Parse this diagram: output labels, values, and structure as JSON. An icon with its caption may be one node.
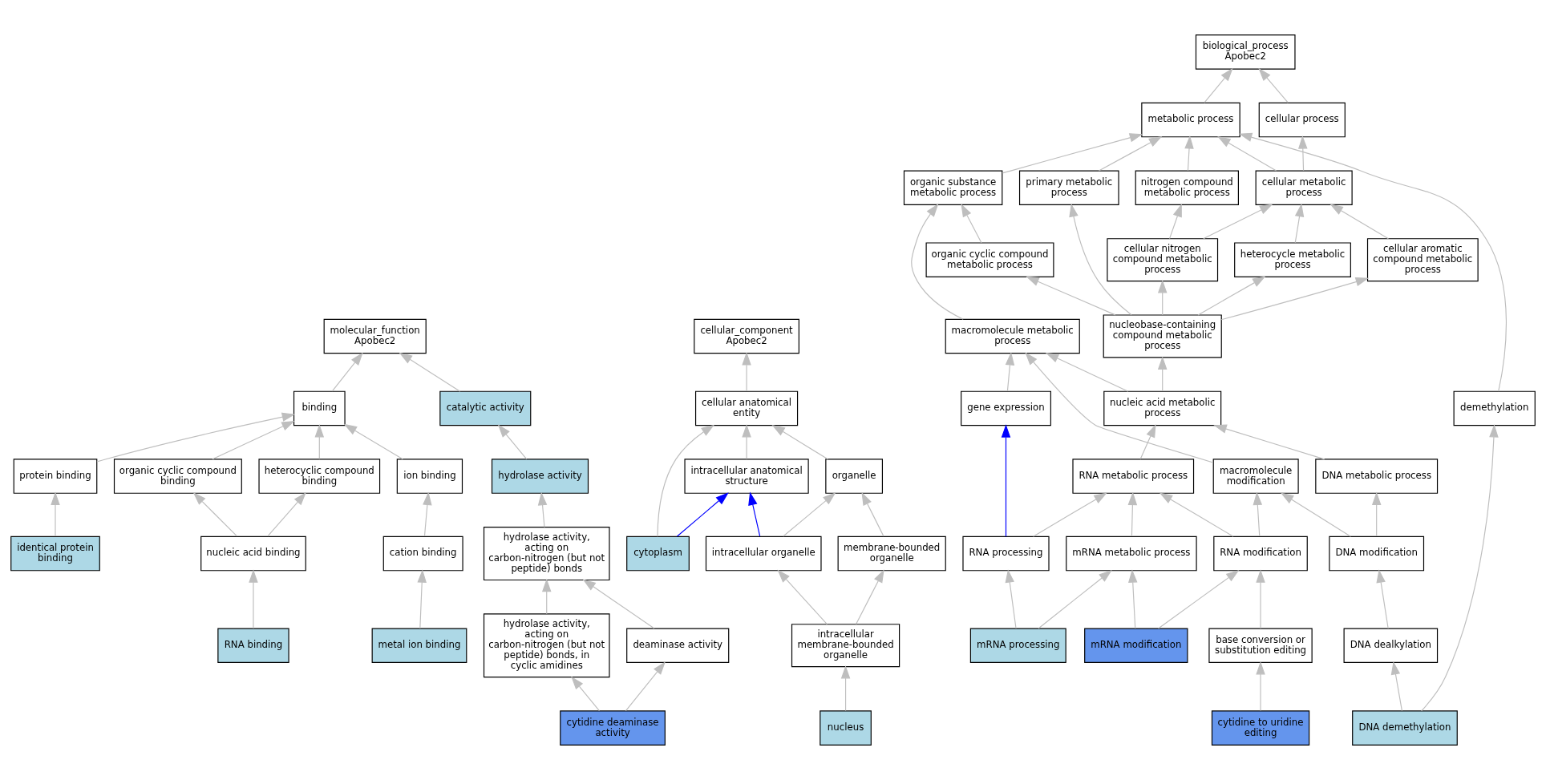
{
  "diagram": {
    "nodes": [
      {
        "text": [
          "molecular_function Apobec2"
        ]
      },
      {
        "text": [
          "cellular_component Apobec2"
        ]
      },
      {
        "text": [
          "biological_process Apobec2"
        ]
      },
      {
        "text": [
          "binding"
        ]
      },
      {
        "text": [
          "catalytic activity"
        ]
      },
      {
        "text": [
          "cellular anatomical entity"
        ]
      },
      {
        "text": [
          "metabolic process"
        ]
      },
      {
        "text": [
          "cellular process"
        ]
      },
      {
        "text": [
          "protein binding"
        ]
      },
      {
        "text": [
          "organic cyclic compound binding"
        ]
      },
      {
        "text": [
          "heterocyclic compound binding"
        ]
      },
      {
        "text": [
          "ion binding"
        ]
      },
      {
        "text": [
          "hydrolase activity"
        ]
      },
      {
        "text": [
          "intracellular anatomical structure"
        ]
      },
      {
        "text": [
          "organelle"
        ]
      },
      {
        "text": [
          "organic substance metabolic process"
        ]
      },
      {
        "text": [
          "primary metabolic process"
        ]
      },
      {
        "text": [
          "nitrogen compound metabolic process"
        ]
      },
      {
        "text": [
          "cellular metabolic process"
        ]
      },
      {
        "text": [
          "identical protein binding"
        ]
      },
      {
        "text": [
          "nucleic acid binding"
        ]
      },
      {
        "text": [
          "cation binding"
        ]
      },
      {
        "text": [
          "hydrolase activity, acting on carbon-nitrogen (but not peptide) bonds"
        ]
      },
      {
        "text": [
          "cytoplasm"
        ]
      },
      {
        "text": [
          "intracellular organelle"
        ]
      },
      {
        "text": [
          "membrane-bounded organelle"
        ]
      },
      {
        "text": [
          "organic cyclic compound metabolic process"
        ]
      },
      {
        "text": [
          "cellular nitrogen compound metabolic process"
        ]
      },
      {
        "text": [
          "cellular aromatic compound metabolic process"
        ]
      },
      {
        "text": [
          "heterocycle metabolic process"
        ]
      },
      {
        "text": [
          "RNA binding"
        ]
      },
      {
        "text": [
          "metal ion binding"
        ]
      },
      {
        "text": [
          "hydrolase activity, acting on carbon-nitrogen (but not peptide) bonds, in cyclic amidines"
        ]
      },
      {
        "text": [
          "deaminase activity"
        ]
      },
      {
        "text": [
          "intracellular membrane-bounded organelle"
        ]
      },
      {
        "text": [
          "macromolecule metabolic process"
        ]
      },
      {
        "text": [
          "nucleobase-containing compound metabolic process"
        ]
      },
      {
        "text": [
          "cytidine deaminase activity"
        ]
      },
      {
        "text": [
          "nucleus"
        ]
      },
      {
        "text": [
          "nucleic acid metabolic process"
        ]
      },
      {
        "text": [
          "demethylation"
        ]
      },
      {
        "text": [
          "gene expression"
        ]
      },
      {
        "text": [
          "RNA metabolic process"
        ]
      },
      {
        "text": [
          "macromolecule modification"
        ]
      },
      {
        "text": [
          "DNA metabolic process"
        ]
      },
      {
        "text": [
          "RNA processing"
        ]
      },
      {
        "text": [
          "mRNA metabolic process"
        ]
      },
      {
        "text": [
          "RNA modification"
        ]
      },
      {
        "text": [
          "DNA modification"
        ]
      },
      {
        "text": [
          "mRNA processing"
        ]
      },
      {
        "text": [
          "mRNA modification"
        ]
      },
      {
        "text": [
          "base conversion or substitution editing"
        ]
      },
      {
        "text": [
          "DNA dealkylation"
        ]
      },
      {
        "text": [
          "cytidine to uridine editing"
        ]
      },
      {
        "text": [
          "DNA demethylation"
        ]
      }
    ],
    "edges": [
      {
        "from": 3,
        "to": 0,
        "arrow": "to"
      },
      {
        "from": 4,
        "to": 0,
        "arrow": "to"
      },
      {
        "from": 8,
        "to": 3,
        "arrow": "to"
      },
      {
        "from": 9,
        "to": 3,
        "arrow": "to"
      },
      {
        "from": 10,
        "to": 3,
        "arrow": "to"
      },
      {
        "from": 11,
        "to": 3,
        "arrow": "to"
      },
      {
        "from": 19,
        "to": 8,
        "arrow": "to"
      },
      {
        "from": 20,
        "to": 9,
        "arrow": "to"
      },
      {
        "from": 20,
        "to": 10,
        "arrow": "to"
      },
      {
        "from": 21,
        "to": 11,
        "arrow": "to"
      },
      {
        "from": 30,
        "to": 20,
        "arrow": "to"
      },
      {
        "from": 31,
        "to": 21,
        "arrow": "to"
      },
      {
        "from": 12,
        "to": 4,
        "arrow": "to"
      },
      {
        "from": 22,
        "to": 12,
        "arrow": "to"
      },
      {
        "from": 32,
        "to": 22,
        "arrow": "to"
      },
      {
        "from": 33,
        "to": 22,
        "arrow": "to"
      },
      {
        "from": 37,
        "to": 32,
        "arrow": "to"
      },
      {
        "from": 37,
        "to": 33,
        "arrow": "to"
      },
      {
        "from": 5,
        "to": 1,
        "arrow": "to"
      },
      {
        "from": 13,
        "to": 5,
        "arrow": "to"
      },
      {
        "from": 23,
        "to": 5,
        "arrow": "to"
      },
      {
        "from": 14,
        "to": 5,
        "arrow": "to"
      },
      {
        "from": 23,
        "to": 13,
        "arrow": "to",
        "color": "#0000ff"
      },
      {
        "from": 24,
        "to": 13,
        "arrow": "to",
        "color": "#0000ff"
      },
      {
        "from": 24,
        "to": 14,
        "arrow": "to"
      },
      {
        "from": 25,
        "to": 14,
        "arrow": "to"
      },
      {
        "from": 34,
        "to": 24,
        "arrow": "to"
      },
      {
        "from": 34,
        "to": 25,
        "arrow": "to"
      },
      {
        "from": 38,
        "to": 34,
        "arrow": "to"
      },
      {
        "from": 6,
        "to": 2,
        "arrow": "to"
      },
      {
        "from": 7,
        "to": 2,
        "arrow": "to"
      },
      {
        "from": 15,
        "to": 6,
        "arrow": "to"
      },
      {
        "from": 16,
        "to": 6,
        "arrow": "to"
      },
      {
        "from": 17,
        "to": 6,
        "arrow": "to"
      },
      {
        "from": 18,
        "to": 6,
        "arrow": "to"
      },
      {
        "from": 18,
        "to": 7,
        "arrow": "to"
      },
      {
        "from": 40,
        "to": 6,
        "arrow": "to"
      },
      {
        "from": 26,
        "to": 15,
        "arrow": "to"
      },
      {
        "from": 35,
        "to": 15,
        "arrow": "to"
      },
      {
        "from": 36,
        "to": 16,
        "arrow": "to"
      },
      {
        "from": 27,
        "to": 17,
        "arrow": "to"
      },
      {
        "from": 27,
        "to": 18,
        "arrow": "to"
      },
      {
        "from": 28,
        "to": 18,
        "arrow": "to"
      },
      {
        "from": 29,
        "to": 18,
        "arrow": "to"
      },
      {
        "from": 36,
        "to": 26,
        "arrow": "to"
      },
      {
        "from": 36,
        "to": 27,
        "arrow": "to"
      },
      {
        "from": 36,
        "to": 28,
        "arrow": "to"
      },
      {
        "from": 36,
        "to": 29,
        "arrow": "to"
      },
      {
        "from": 39,
        "to": 35,
        "arrow": "to"
      },
      {
        "from": 39,
        "to": 36,
        "arrow": "to"
      },
      {
        "from": 41,
        "to": 35,
        "arrow": "to"
      },
      {
        "from": 43,
        "to": 35,
        "arrow": "to"
      },
      {
        "from": 42,
        "to": 39,
        "arrow": "to"
      },
      {
        "from": 44,
        "to": 39,
        "arrow": "to"
      },
      {
        "from": 45,
        "to": 41,
        "arrow": "to",
        "color": "#0000ff"
      },
      {
        "from": 45,
        "to": 42,
        "arrow": "to"
      },
      {
        "from": 46,
        "to": 42,
        "arrow": "to"
      },
      {
        "from": 47,
        "to": 42,
        "arrow": "to"
      },
      {
        "from": 47,
        "to": 43,
        "arrow": "to"
      },
      {
        "from": 48,
        "to": 43,
        "arrow": "to"
      },
      {
        "from": 48,
        "to": 44,
        "arrow": "to"
      },
      {
        "from": 49,
        "to": 45,
        "arrow": "to"
      },
      {
        "from": 49,
        "to": 46,
        "arrow": "to"
      },
      {
        "from": 50,
        "to": 46,
        "arrow": "to"
      },
      {
        "from": 50,
        "to": 47,
        "arrow": "to"
      },
      {
        "from": 51,
        "to": 47,
        "arrow": "to"
      },
      {
        "from": 52,
        "to": 48,
        "arrow": "to"
      },
      {
        "from": 53,
        "to": 51,
        "arrow": "to"
      },
      {
        "from": 54,
        "to": 52,
        "arrow": "to"
      },
      {
        "from": 54,
        "to": 40,
        "arrow": "to"
      }
    ]
  }
}
